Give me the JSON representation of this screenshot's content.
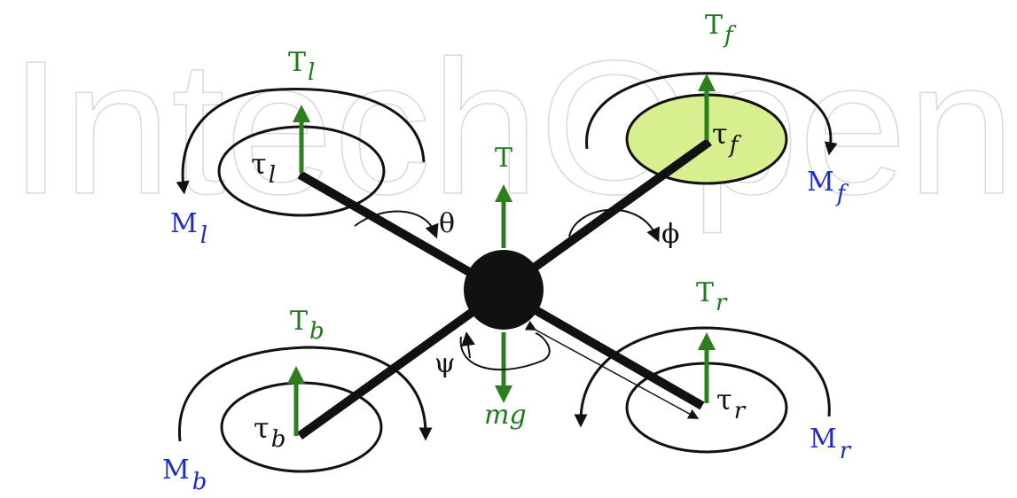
{
  "watermark": {
    "text": "IntechOpen",
    "color": "#d9d9d9"
  },
  "colors": {
    "thrust_green": "#2e7d1e",
    "thrust_label_green": "#1e7a1e",
    "moment_blue": "#1f2bc8",
    "arm_black": "#111111",
    "rotor_fill_front": "#d8ef8f"
  },
  "center": {
    "thrust": {
      "base": "T"
    },
    "weight": {
      "base": "mg"
    }
  },
  "rotors": {
    "left": {
      "thrust_base": "T",
      "thrust_sub": "l",
      "torque_base": "τ",
      "torque_sub": "l",
      "moment_base": "M",
      "moment_sub": "l"
    },
    "front": {
      "thrust_base": "T",
      "thrust_sub": "f",
      "torque_base": "τ",
      "torque_sub": "f",
      "moment_base": "M",
      "moment_sub": "f"
    },
    "back": {
      "thrust_base": "T",
      "thrust_sub": "b",
      "torque_base": "τ",
      "torque_sub": "b",
      "moment_base": "M",
      "moment_sub": "b"
    },
    "right": {
      "thrust_base": "T",
      "thrust_sub": "r",
      "torque_base": "τ",
      "torque_sub": "r",
      "moment_base": "M",
      "moment_sub": "r"
    }
  },
  "angles": {
    "theta": "θ",
    "phi": "ϕ",
    "psi": "ψ"
  }
}
